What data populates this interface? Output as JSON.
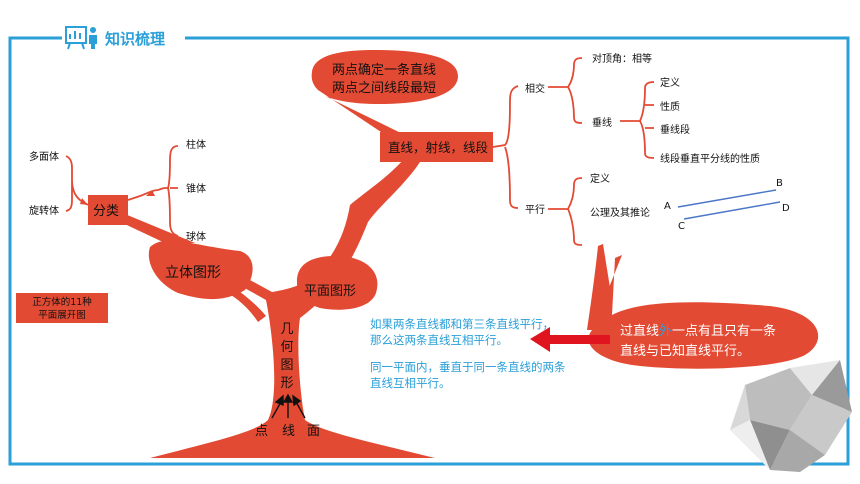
{
  "header": {
    "title": "知识梳理",
    "icon": "presenter-board-icon"
  },
  "colors": {
    "frame": "#2a9fd8",
    "accent": "#e34a33",
    "note": "#2a9fd8",
    "arrow": "#e0141e",
    "ab_line": "#4a77c6"
  },
  "root": {
    "label": "几何图形",
    "chars": [
      "几",
      "何",
      "图",
      "形"
    ]
  },
  "base": {
    "point": "点",
    "line": "线",
    "plane": "面"
  },
  "solid": {
    "label": "立体图形",
    "classify": "分类",
    "left_items": [
      "多面体",
      "旋转体"
    ],
    "right_items": [
      "柱体",
      "锥体",
      "球体"
    ],
    "cube_box": [
      "正方体的11种",
      "平面展开图"
    ]
  },
  "plane": {
    "label": "平面图形",
    "lines_node": "直线，射线，线段",
    "bubble": [
      "两点确定一条直线",
      "两点之间线段最短"
    ],
    "intersect": {
      "label": "相交",
      "vertical_angles": "对顶角：相等",
      "perpendicular": "垂线",
      "perp_items": [
        "定义",
        "性质",
        "垂线段",
        "线段垂直平分线的性质"
      ]
    },
    "parallel": {
      "label": "平行",
      "items": [
        "定义",
        "公理及其推论"
      ],
      "points": [
        "A",
        "B",
        "C",
        "D"
      ]
    }
  },
  "notes": [
    "如果两条直线都和第三条直线平行，",
    "那么这两条直线互相平行。",
    "同一平面内，垂直于同一条直线的两条",
    "直线互相平行。"
  ],
  "callout": {
    "line1_pre": "过直线",
    "line1_hl": "外",
    "line1_post": "一点有且只有一条",
    "line2": "直线与已知直线平行。"
  }
}
